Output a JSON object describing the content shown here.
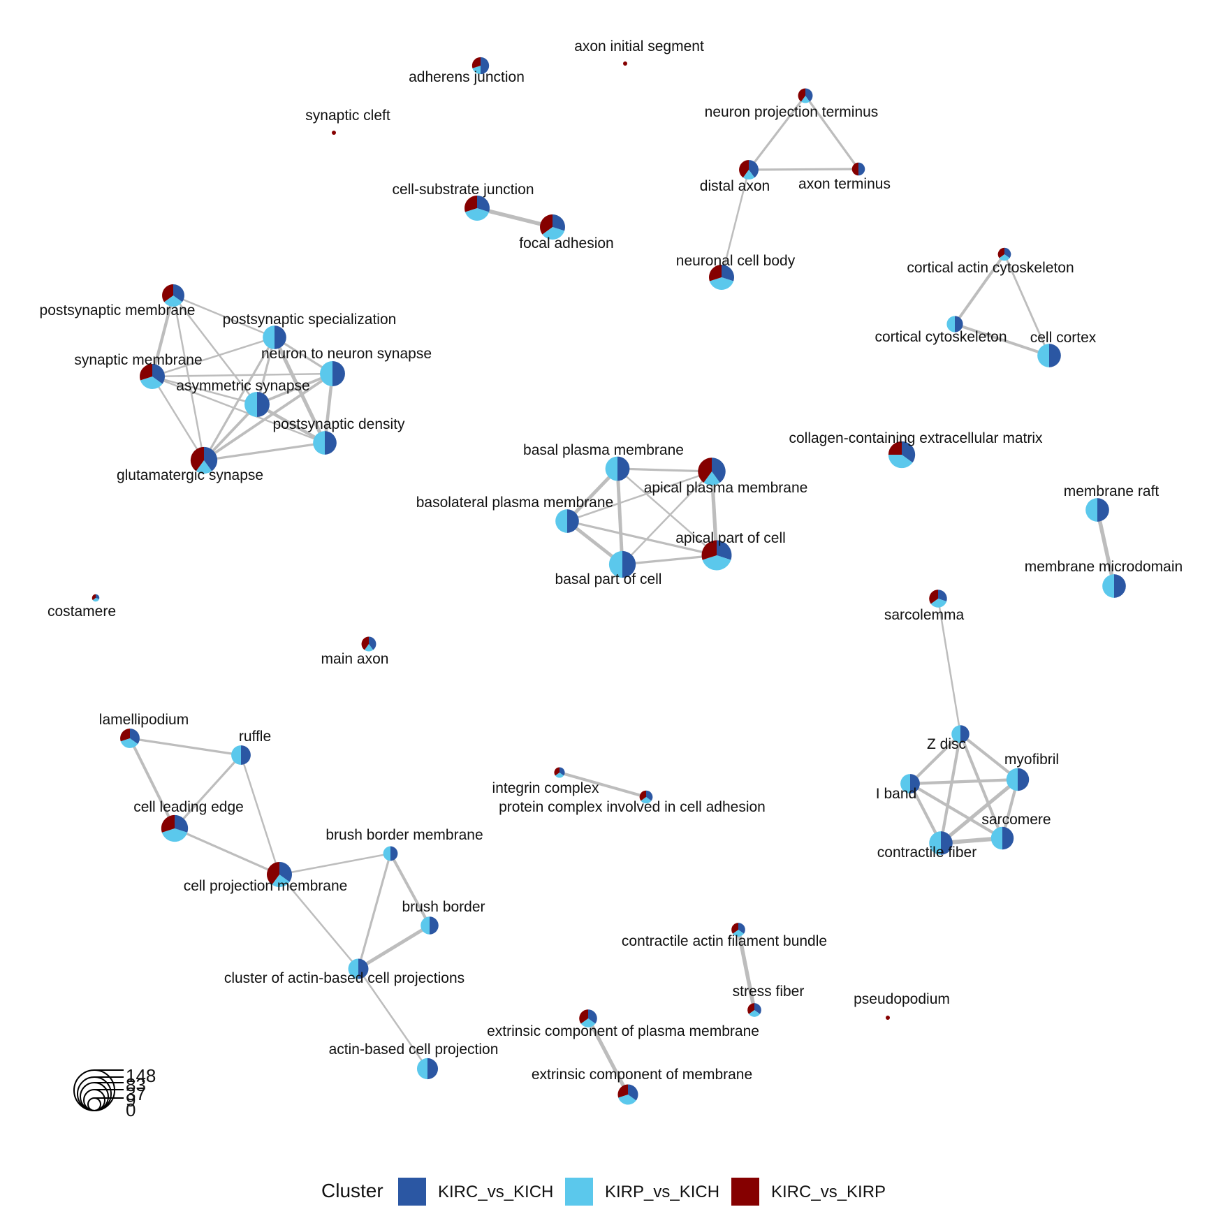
{
  "colors": {
    "KIRC_vs_KICH": "#2B57A3",
    "KIRP_vs_KICH": "#5BC8EC",
    "KIRC_vs_KIRP": "#850000",
    "edge": "#BDBDBD",
    "size_legend": "#000000"
  },
  "legend": {
    "title": "Cluster",
    "entries": [
      {
        "key": "KIRC_vs_KICH",
        "label": "KIRC_vs_KICH"
      },
      {
        "key": "KIRP_vs_KICH",
        "label": "KIRP_vs_KICH"
      },
      {
        "key": "KIRC_vs_KIRP",
        "label": "KIRC_vs_KIRP"
      }
    ]
  },
  "size_legend": {
    "values": [
      "148",
      "83",
      "37",
      "9",
      "0"
    ]
  },
  "network": {
    "nodes": [
      {
        "id": "adherens_junction",
        "label": "adherens junction",
        "size": 0.42,
        "slices": [
          0.5,
          0.2,
          0.3
        ]
      },
      {
        "id": "axon_initial_segment",
        "label": "axon initial segment",
        "size": 0.09,
        "slices": [
          0,
          0,
          1
        ]
      },
      {
        "id": "synaptic_cleft",
        "label": "synaptic cleft",
        "size": 0.09,
        "slices": [
          0,
          0,
          1
        ]
      },
      {
        "id": "neuron_projection_terminus",
        "label": "neuron projection terminus",
        "size": 0.36,
        "slices": [
          0.4,
          0.2,
          0.4
        ]
      },
      {
        "id": "distal_axon",
        "label": "distal axon",
        "size": 0.48,
        "slices": [
          0.4,
          0.2,
          0.4
        ]
      },
      {
        "id": "axon_terminus",
        "label": "axon terminus",
        "size": 0.32,
        "slices": [
          0.5,
          0,
          0.5
        ]
      },
      {
        "id": "cell_substrate_junction",
        "label": "cell-substrate junction",
        "size": 0.62,
        "slices": [
          0.3,
          0.4,
          0.3
        ]
      },
      {
        "id": "focal_adhesion",
        "label": "focal adhesion",
        "size": 0.62,
        "slices": [
          0.3,
          0.35,
          0.35
        ]
      },
      {
        "id": "neuronal_cell_body",
        "label": "neuronal cell body",
        "size": 0.62,
        "slices": [
          0.3,
          0.4,
          0.3
        ]
      },
      {
        "id": "cortical_actin_cytoskeleton",
        "label": "cortical actin cytoskeleton",
        "size": 0.32,
        "slices": [
          0.35,
          0.3,
          0.35
        ]
      },
      {
        "id": "cortical_cytoskeleton",
        "label": "cortical cytoskeleton",
        "size": 0.4,
        "slices": [
          0.5,
          0.5,
          0
        ]
      },
      {
        "id": "cell_cortex",
        "label": "cell cortex",
        "size": 0.58,
        "slices": [
          0.5,
          0.5,
          0
        ]
      },
      {
        "id": "postsynaptic_membrane",
        "label": "postsynaptic membrane",
        "size": 0.55,
        "slices": [
          0.35,
          0.3,
          0.35
        ]
      },
      {
        "id": "postsynaptic_specialization",
        "label": "postsynaptic specialization",
        "size": 0.58,
        "slices": [
          0.5,
          0.5,
          0
        ]
      },
      {
        "id": "synaptic_membrane",
        "label": "synaptic membrane",
        "size": 0.62,
        "slices": [
          0.35,
          0.35,
          0.3
        ]
      },
      {
        "id": "neuron_to_neuron_synapse",
        "label": "neuron to neuron synapse",
        "size": 0.62,
        "slices": [
          0.5,
          0.5,
          0
        ]
      },
      {
        "id": "asymmetric_synapse",
        "label": "asymmetric synapse",
        "size": 0.62,
        "slices": [
          0.5,
          0.5,
          0
        ]
      },
      {
        "id": "postsynaptic_density",
        "label": "postsynaptic density",
        "size": 0.58,
        "slices": [
          0.5,
          0.5,
          0
        ]
      },
      {
        "id": "glutamatergic_synapse",
        "label": "glutamatergic synapse",
        "size": 0.66,
        "slices": [
          0.4,
          0.2,
          0.4
        ]
      },
      {
        "id": "basal_plasma_membrane",
        "label": "basal plasma membrane",
        "size": 0.6,
        "slices": [
          0.5,
          0.5,
          0
        ]
      },
      {
        "id": "apical_plasma_membrane",
        "label": "apical plasma membrane",
        "size": 0.68,
        "slices": [
          0.4,
          0.2,
          0.4
        ]
      },
      {
        "id": "basolateral_plasma_membrane",
        "label": "basolateral plasma membrane",
        "size": 0.58,
        "slices": [
          0.5,
          0.5,
          0
        ]
      },
      {
        "id": "apical_part_of_cell",
        "label": "apical part of cell",
        "size": 0.74,
        "slices": [
          0.3,
          0.4,
          0.3
        ]
      },
      {
        "id": "basal_part_of_cell",
        "label": "basal part of cell",
        "size": 0.66,
        "slices": [
          0.5,
          0.5,
          0
        ]
      },
      {
        "id": "collagen_ecm",
        "label": "collagen-containing extracellular matrix",
        "size": 0.66,
        "slices": [
          0.35,
          0.4,
          0.25
        ]
      },
      {
        "id": "membrane_raft",
        "label": "membrane raft",
        "size": 0.58,
        "slices": [
          0.5,
          0.5,
          0
        ]
      },
      {
        "id": "membrane_microdomain",
        "label": "membrane microdomain",
        "size": 0.58,
        "slices": [
          0.5,
          0.5,
          0
        ]
      },
      {
        "id": "costamere",
        "label": "costamere",
        "size": 0.18,
        "slices": [
          0.3,
          0.35,
          0.35
        ]
      },
      {
        "id": "main_axon",
        "label": "main axon",
        "size": 0.36,
        "slices": [
          0.4,
          0.2,
          0.4
        ]
      },
      {
        "id": "sarcolemma",
        "label": "sarcolemma",
        "size": 0.44,
        "slices": [
          0.3,
          0.35,
          0.35
        ]
      },
      {
        "id": "lamellipodium",
        "label": "lamellipodium",
        "size": 0.48,
        "slices": [
          0.35,
          0.35,
          0.3
        ]
      },
      {
        "id": "ruffle",
        "label": "ruffle",
        "size": 0.48,
        "slices": [
          0.5,
          0.5,
          0
        ]
      },
      {
        "id": "cell_leading_edge",
        "label": "cell leading edge",
        "size": 0.66,
        "slices": [
          0.3,
          0.4,
          0.3
        ]
      },
      {
        "id": "z_disc",
        "label": "Z disc",
        "size": 0.44,
        "slices": [
          0.5,
          0.5,
          0
        ]
      },
      {
        "id": "myofibril",
        "label": "myofibril",
        "size": 0.56,
        "slices": [
          0.5,
          0.5,
          0
        ]
      },
      {
        "id": "i_band",
        "label": "I band",
        "size": 0.48,
        "slices": [
          0.5,
          0.5,
          0
        ]
      },
      {
        "id": "sarcomere",
        "label": "sarcomere",
        "size": 0.56,
        "slices": [
          0.5,
          0.5,
          0
        ]
      },
      {
        "id": "contractile_fiber",
        "label": "contractile fiber",
        "size": 0.58,
        "slices": [
          0.5,
          0.5,
          0
        ]
      },
      {
        "id": "integrin_complex",
        "label": "integrin complex",
        "size": 0.26,
        "slices": [
          0.35,
          0.3,
          0.35
        ]
      },
      {
        "id": "protein_complex_cell_adhesion",
        "label": "protein complex involved in cell adhesion",
        "size": 0.32,
        "slices": [
          0.35,
          0.3,
          0.35
        ]
      },
      {
        "id": "brush_border_membrane",
        "label": "brush border membrane",
        "size": 0.36,
        "slices": [
          0.5,
          0.5,
          0
        ]
      },
      {
        "id": "cell_projection_membrane",
        "label": "cell projection membrane",
        "size": 0.62,
        "slices": [
          0.35,
          0.25,
          0.4
        ]
      },
      {
        "id": "brush_border",
        "label": "brush border",
        "size": 0.44,
        "slices": [
          0.5,
          0.5,
          0
        ]
      },
      {
        "id": "cluster_actin_projections",
        "label": "cluster of actin-based cell projections",
        "size": 0.5,
        "slices": [
          0.5,
          0.5,
          0
        ]
      },
      {
        "id": "actin_based_cell_projection",
        "label": "actin-based cell projection",
        "size": 0.52,
        "slices": [
          0.5,
          0.5,
          0
        ]
      },
      {
        "id": "contractile_actin_filament_bundle",
        "label": "contractile actin filament bundle",
        "size": 0.34,
        "slices": [
          0.35,
          0.3,
          0.35
        ]
      },
      {
        "id": "stress_fiber",
        "label": "stress fiber",
        "size": 0.34,
        "slices": [
          0.35,
          0.3,
          0.35
        ]
      },
      {
        "id": "pseudopodium",
        "label": "pseudopodium",
        "size": 0.09,
        "slices": [
          0,
          0,
          1
        ]
      },
      {
        "id": "extrinsic_component_pm",
        "label": "extrinsic component of plasma membrane",
        "size": 0.44,
        "slices": [
          0.35,
          0.3,
          0.35
        ]
      },
      {
        "id": "extrinsic_component_membrane",
        "label": "extrinsic component of membrane",
        "size": 0.5,
        "slices": [
          0.35,
          0.35,
          0.3
        ]
      }
    ],
    "edges": [
      [
        "neuron_projection_terminus",
        "distal_axon",
        1
      ],
      [
        "neuron_projection_terminus",
        "axon_terminus",
        1
      ],
      [
        "distal_axon",
        "axon_terminus",
        1
      ],
      [
        "distal_axon",
        "neuronal_cell_body",
        0.6
      ],
      [
        "cell_substrate_junction",
        "focal_adhesion",
        2.4
      ],
      [
        "cortical_actin_cytoskeleton",
        "cortical_cytoskeleton",
        1.5
      ],
      [
        "cortical_actin_cytoskeleton",
        "cell_cortex",
        0.8
      ],
      [
        "cortical_cytoskeleton",
        "cell_cortex",
        1.5
      ],
      [
        "postsynaptic_membrane",
        "synaptic_membrane",
        1.7
      ],
      [
        "postsynaptic_membrane",
        "postsynaptic_specialization",
        0.6
      ],
      [
        "postsynaptic_membrane",
        "glutamatergic_synapse",
        0.6
      ],
      [
        "postsynaptic_membrane",
        "asymmetric_synapse",
        0.6
      ],
      [
        "synaptic_membrane",
        "postsynaptic_specialization",
        0.6
      ],
      [
        "synaptic_membrane",
        "neuron_to_neuron_synapse",
        0.6
      ],
      [
        "synaptic_membrane",
        "asymmetric_synapse",
        0.6
      ],
      [
        "synaptic_membrane",
        "glutamatergic_synapse",
        0.6
      ],
      [
        "synaptic_membrane",
        "postsynaptic_density",
        0.6
      ],
      [
        "postsynaptic_specialization",
        "neuron_to_neuron_synapse",
        1.0
      ],
      [
        "postsynaptic_specialization",
        "asymmetric_synapse",
        1.0
      ],
      [
        "postsynaptic_specialization",
        "postsynaptic_density",
        2.2
      ],
      [
        "postsynaptic_specialization",
        "glutamatergic_synapse",
        1.0
      ],
      [
        "neuron_to_neuron_synapse",
        "asymmetric_synapse",
        1.4
      ],
      [
        "neuron_to_neuron_synapse",
        "postsynaptic_density",
        1.8
      ],
      [
        "neuron_to_neuron_synapse",
        "glutamatergic_synapse",
        1.4
      ],
      [
        "asymmetric_synapse",
        "postsynaptic_density",
        1.8
      ],
      [
        "asymmetric_synapse",
        "glutamatergic_synapse",
        1.4
      ],
      [
        "postsynaptic_density",
        "glutamatergic_synapse",
        1.0
      ],
      [
        "basal_plasma_membrane",
        "apical_plasma_membrane",
        1.0
      ],
      [
        "basal_plasma_membrane",
        "basolateral_plasma_membrane",
        2.0
      ],
      [
        "basal_plasma_membrane",
        "basal_part_of_cell",
        2.0
      ],
      [
        "basal_plasma_membrane",
        "apical_part_of_cell",
        0.6
      ],
      [
        "apical_plasma_membrane",
        "basolateral_plasma_membrane",
        0.6
      ],
      [
        "apical_plasma_membrane",
        "apical_part_of_cell",
        2.2
      ],
      [
        "apical_plasma_membrane",
        "basal_part_of_cell",
        0.6
      ],
      [
        "basolateral_plasma_membrane",
        "basal_part_of_cell",
        2.0
      ],
      [
        "basolateral_plasma_membrane",
        "apical_part_of_cell",
        1.0
      ],
      [
        "basal_part_of_cell",
        "apical_part_of_cell",
        1.0
      ],
      [
        "membrane_raft",
        "membrane_microdomain",
        2.4
      ],
      [
        "sarcolemma",
        "z_disc",
        0.6
      ],
      [
        "z_disc",
        "myofibril",
        1.6
      ],
      [
        "z_disc",
        "i_band",
        1.6
      ],
      [
        "z_disc",
        "sarcomere",
        1.6
      ],
      [
        "z_disc",
        "contractile_fiber",
        1.6
      ],
      [
        "myofibril",
        "i_band",
        1.6
      ],
      [
        "myofibril",
        "sarcomere",
        1.6
      ],
      [
        "myofibril",
        "contractile_fiber",
        2.2
      ],
      [
        "i_band",
        "sarcomere",
        1.6
      ],
      [
        "i_band",
        "contractile_fiber",
        1.6
      ],
      [
        "sarcomere",
        "contractile_fiber",
        2.6
      ],
      [
        "lamellipodium",
        "ruffle",
        1.0
      ],
      [
        "lamellipodium",
        "cell_leading_edge",
        1.5
      ],
      [
        "ruffle",
        "cell_leading_edge",
        1.0
      ],
      [
        "ruffle",
        "cell_projection_membrane",
        0.6
      ],
      [
        "cell_leading_edge",
        "cell_projection_membrane",
        1.0
      ],
      [
        "integrin_complex",
        "protein_complex_cell_adhesion",
        1.5
      ],
      [
        "brush_border_membrane",
        "cell_projection_membrane",
        0.6
      ],
      [
        "brush_border_membrane",
        "brush_border",
        1.5
      ],
      [
        "brush_border_membrane",
        "cluster_actin_projections",
        1.0
      ],
      [
        "cell_projection_membrane",
        "cluster_actin_projections",
        0.6
      ],
      [
        "brush_border",
        "cluster_actin_projections",
        2.0
      ],
      [
        "cluster_actin_projections",
        "actin_based_cell_projection",
        0.6
      ],
      [
        "contractile_actin_filament_bundle",
        "stress_fiber",
        2.4
      ],
      [
        "extrinsic_component_pm",
        "extrinsic_component_membrane",
        2.2
      ]
    ]
  }
}
